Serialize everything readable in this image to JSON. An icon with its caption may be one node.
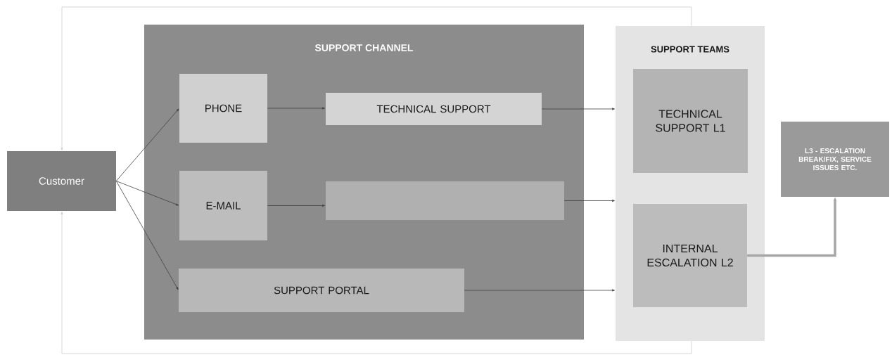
{
  "diagram": {
    "nodes": [
      {
        "text": [
          "Customer"
        ]
      },
      {
        "text": [
          "SUPPORT CHANNEL"
        ]
      },
      {
        "text": [
          "PHONE"
        ],
        "in": 1
      },
      {
        "text": [
          "TECHNICAL SUPPORT"
        ],
        "in": 1
      },
      {
        "text": [
          "E-MAIL"
        ],
        "in": 1
      },
      {
        "text": [],
        "shape": "box",
        "in": 1
      },
      {
        "text": [
          "SUPPORT PORTAL"
        ],
        "in": 1
      },
      {
        "text": [
          "SUPPORT TEAMS"
        ]
      },
      {
        "text": [
          "TECHNICAL SUPPORT L1"
        ],
        "in": 7
      },
      {
        "text": [
          "INTERNAL ESCALATION L2"
        ],
        "in": 7
      },
      {
        "text": [
          "L3 - ESCALATION BREAK/FIX, SERVICE ISSUES ETC."
        ]
      }
    ],
    "edges": [
      {
        "from": 0,
        "to": 2,
        "arrow": "to"
      },
      {
        "from": 0,
        "to": 4,
        "arrow": "to"
      },
      {
        "from": 0,
        "to": 6,
        "arrow": "to"
      },
      {
        "from": 2,
        "to": 3,
        "arrow": "to"
      },
      {
        "from": 4,
        "to": 5,
        "arrow": "to"
      },
      {
        "from": 3,
        "to": 7,
        "arrow": "to"
      },
      {
        "from": 5,
        "to": 7,
        "arrow": "to"
      },
      {
        "from": 6,
        "to": 7,
        "arrow": "to"
      },
      {
        "from": 9,
        "to": 10,
        "arrow": "to",
        "style": "thick",
        "color": "#a6a6a6"
      },
      {
        "from": 7,
        "to": 0,
        "arrow": "to",
        "color": "#cccccc"
      },
      {
        "from": 7,
        "to": 0,
        "arrow": "to",
        "color": "#cccccc"
      }
    ]
  }
}
